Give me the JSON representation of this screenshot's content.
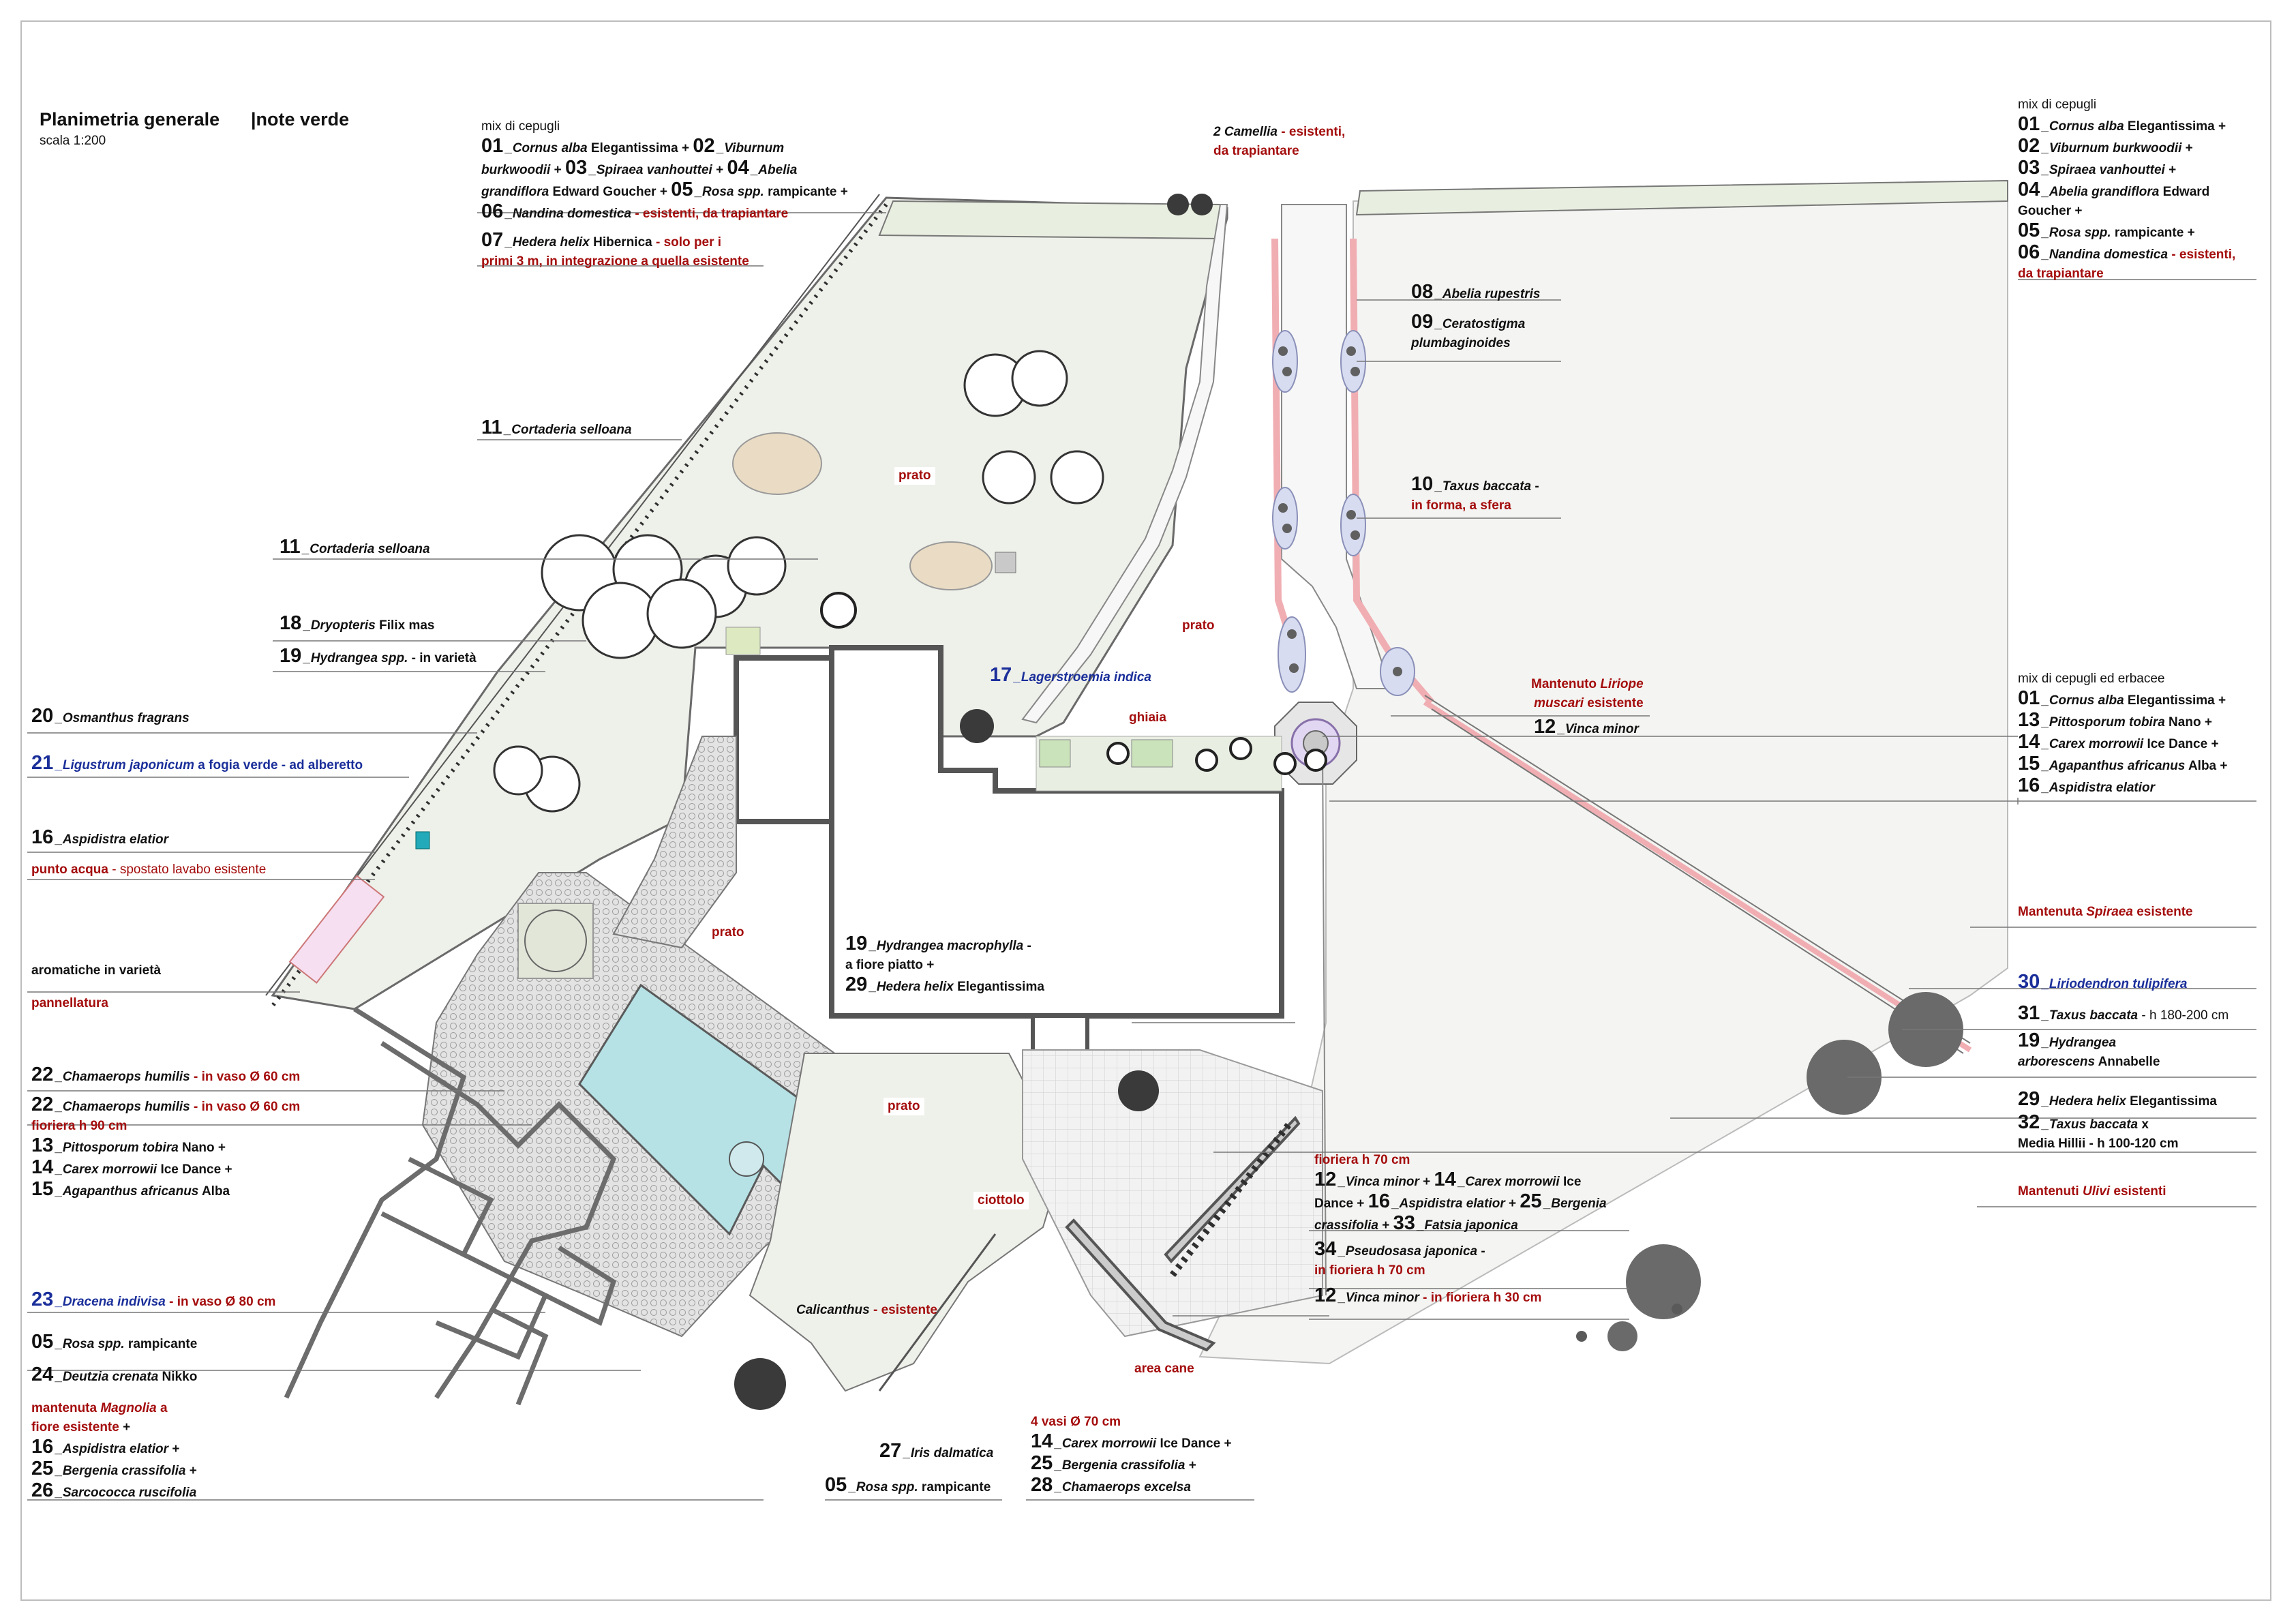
{
  "header": {
    "title": "Planimetria generale",
    "subtitle": "|note verde",
    "scale": "scala 1:200"
  },
  "colors": {
    "lawn": "#eef0ea",
    "border": "#555555",
    "pink": "#f4c9cb",
    "pool": "#b6e2e6",
    "stone": "#d6d8d6",
    "red_text": "#a40d0d",
    "blue_text": "#1b2f9a",
    "hedge": "#3a3a3a"
  },
  "area_tags": {
    "prato1": "prato",
    "prato2": "prato",
    "prato3": "prato",
    "prato4": "prato",
    "ghiaia": "ghiaia",
    "ciottolo": "ciottolo",
    "area_cane": "area cane"
  },
  "notes": {
    "top_mix": {
      "heading": "mix di cepugli",
      "l1_n1": "01",
      "l1_t1": "_Cornus alba",
      "l1_t2": " Elegantissima + ",
      "l1_n2": "02",
      "l1_t3": "_Viburnum",
      "l2_t1": "burkwoodii",
      "l2_t2": " + ",
      "l2_n1": "03",
      "l2_t3": "_Spiraea vanhouttei",
      "l2_t4": " + ",
      "l2_n2": "04",
      "l2_t5": "_Abelia",
      "l3_t1": "grandiflora",
      "l3_t2": " Edward Goucher + ",
      "l3_n1": "05",
      "l3_t3": "_Rosa spp.",
      "l3_t4": " rampicante +",
      "l4_n1": "06",
      "l4_t1": "_Nandina domestica",
      "l4_t2": " - esistenti, da trapiantare"
    },
    "n07": {
      "num": "07",
      "name": "_Hedera helix",
      "extra": " Hibernica",
      "red1": " - solo per i",
      "red2": "primi 3 m, in integrazione a quella esistente"
    },
    "camellia": {
      "l1a": "2 Camellia",
      "l1b": " - esistenti,",
      "l2": "da trapiantare"
    },
    "n11a": {
      "num": "11",
      "name": "_Cortaderia selloana"
    },
    "n11b": {
      "num": "11",
      "name": "_Cortaderia selloana"
    },
    "n18": {
      "num": "18",
      "name": "_Dryopteris",
      "extra": " Filix mas"
    },
    "n19a": {
      "num": "19",
      "name": "_Hydrangea spp.",
      "extra": " - in varietà"
    },
    "n20": {
      "num": "20",
      "name": "_Osmanthus fragrans"
    },
    "n21": {
      "num": "21",
      "name": "_Ligustrum japonicum",
      "extra": " a fogia verde - ad alberetto"
    },
    "n16a": {
      "num": "16",
      "name": "_Aspidistra elatior"
    },
    "punto_acqua": {
      "a": "punto acqua",
      "b": " - spostato lavabo esistente"
    },
    "aromatiche": "aromatiche in varietà",
    "pannellatura": "pannellatura",
    "n22a": {
      "num": "22",
      "name": "_Chamaerops humilis",
      "red": " - in vaso Ø 60 cm"
    },
    "n22b": {
      "num": "22",
      "name": "_Chamaerops humilis",
      "red": " - in vaso Ø 60 cm",
      "red2": "fioriera h 90 cm"
    },
    "n13a": {
      "num": "13",
      "name": "_Pittosporum tobira",
      "extra": " Nano +"
    },
    "n14a": {
      "num": "14",
      "name": "_Carex morrowii",
      "extra": " Ice Dance +"
    },
    "n15a": {
      "num": "15",
      "name": "_Agapanthus africanus",
      "extra": " Alba"
    },
    "n23": {
      "num": "23",
      "name": "_Dracena indivisa",
      "red": " - in vaso Ø 80 cm"
    },
    "n05a": {
      "num": "05",
      "name": "_Rosa spp.",
      "extra": " rampicante"
    },
    "n24": {
      "num": "24",
      "name": "_Deutzia crenata",
      "extra": " Nikko"
    },
    "magnolia": {
      "l1a": "mantenuta ",
      "l1b": "Magnolia",
      "l1c": " a",
      "l2a": "fiore esistente",
      "l2b": " +"
    },
    "n16b": {
      "num": "16",
      "name": "_Aspidistra elatior",
      "extra": " +"
    },
    "n25a": {
      "num": "25",
      "name": "_Bergenia crassifolia",
      "extra": " +"
    },
    "n26": {
      "num": "26",
      "name": "_Sarcococca ruscifolia"
    },
    "n27": {
      "num": "27",
      "name": "_Iris dalmatica"
    },
    "n05b": {
      "num": "05",
      "name": "_Rosa spp.",
      "extra": " rampicante"
    },
    "vasi": {
      "red": "4 vasi Ø 70 cm",
      "n1": "14",
      "t1": "_Carex morrowii",
      "e1": " Ice Dance +",
      "n2": "25",
      "t2": "_Bergenia crassifolia",
      "e2": " +",
      "n3": "28",
      "t3": "_Chamaerops excelsa"
    },
    "calicanthus": {
      "a": "Calicanthus",
      "b": " - esistente"
    },
    "n19b": {
      "num": "19",
      "name": "_Hydrangea macrophylla",
      "extra": " -",
      "l2": "a fiore piatto +"
    },
    "n29a": {
      "num": "29",
      "name": "_Hedera helix",
      "extra": " Elegantissima"
    },
    "n17": {
      "num": "17",
      "name": "_Lagerstroemia indica"
    },
    "n08": {
      "num": "08",
      "name": "_Abelia rupestris"
    },
    "n09": {
      "num": "09",
      "name": "_Ceratostigma",
      "l2": "plumbaginoides"
    },
    "n10": {
      "num": "10",
      "name": "_Taxus baccata",
      "extra": " -",
      "red": "in forma, a sfera"
    },
    "liriope": {
      "l1a": "Mantenuto ",
      "l1b": "Liriope",
      "l2a": "muscari",
      "l2b": " esistente"
    },
    "n12a": {
      "num": "12",
      "name": "_Vinca minor"
    },
    "right_mix": {
      "heading": "mix di cepugli",
      "n01": "01",
      "t01": "_Cornus alba",
      "e01": " Elegantissima +",
      "n02": "02",
      "t02": "_Viburnum burkwoodii",
      "e02": " +",
      "n03": "03",
      "t03": "_Spiraea vanhouttei",
      "e03": " +",
      "n04": "04",
      "t04": "_Abelia grandiflora",
      "e04": " Edward",
      "l04b": "Goucher +",
      "n05": "05",
      "t05": "_Rosa spp.",
      "e05": " rampicante +",
      "n06": "06",
      "t06": "_Nandina domestica",
      "r06": " - esistenti,",
      "r06b": "da trapiantare"
    },
    "right_mix2": {
      "heading": "mix di cepugli ed erbacee",
      "n01": "01",
      "t01": "_Cornus alba",
      "e01": " Elegantissima +",
      "n13": "13",
      "t13": "_Pittosporum tobira",
      "e13": " Nano +",
      "n14": "14",
      "t14": "_Carex morrowii",
      "e14": " Ice Dance +",
      "n15": "15",
      "t15": "_Agapanthus africanus",
      "e15": " Alba +",
      "n16": "16",
      "t16": "_Aspidistra elatior"
    },
    "spiraea": {
      "a": "Mantenuta ",
      "b": "Spiraea",
      "c": " esistente"
    },
    "n30": {
      "num": "30",
      "name": "_Liriodendron tulipifera"
    },
    "n31": {
      "num": "31",
      "name": "_Taxus baccata",
      "extra": " - h 180-200 cm"
    },
    "n19c": {
      "num": "19",
      "name": "_Hydrangea",
      "l2a": "arborescens",
      "l2b": " Annabelle"
    },
    "n29b": {
      "num": "29",
      "name": "_Hedera helix",
      "extra": " Elegantissima"
    },
    "n32": {
      "num": "32",
      "name": "_Taxus baccata",
      "extra": " x",
      "l2": "Media Hillii - h 100-120 cm"
    },
    "ulivi": {
      "a": "Mantenuti ",
      "b": "Ulivi",
      "c": " esistenti"
    },
    "fioriera": {
      "red": "fioriera h 70 cm",
      "n12": "12",
      "t12": "_Vinca minor",
      "e12": " + ",
      "n14": "14",
      "t14": "_Carex morrowii",
      "e14": " Ice",
      "l3a": "Dance + ",
      "n16": "16",
      "t16": "_Aspidistra elatior",
      "e16": " + ",
      "n25": "25",
      "t25": "_Bergenia",
      "l4a": "crassifolia",
      "l4b": " + ",
      "n33": "33",
      "t33": "_Fatsia japonica"
    },
    "n34": {
      "num": "34",
      "name": "_Pseudosasa japonica",
      "extra": " -",
      "red": "in fioriera h 70 cm"
    },
    "n12b": {
      "num": "12",
      "name": "_Vinca minor",
      "red": " - in fioriera h 30 cm"
    }
  }
}
